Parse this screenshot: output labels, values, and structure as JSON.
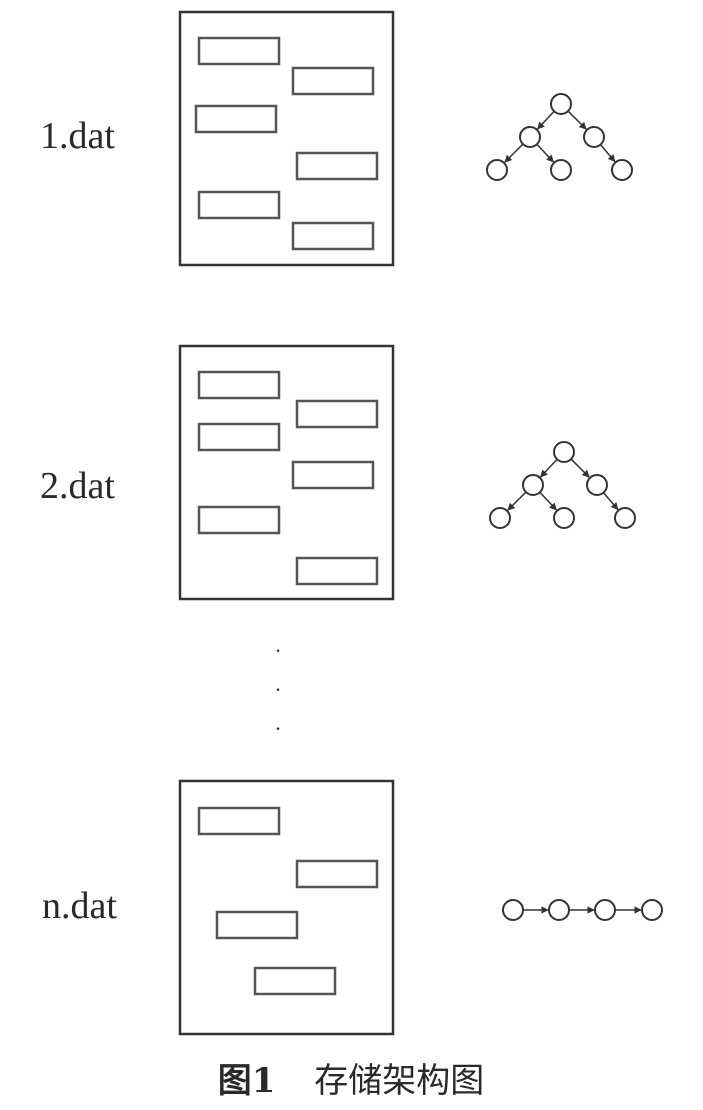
{
  "files": [
    {
      "label": "1.dat",
      "tree": {
        "nodes": [
          "n1",
          "n2",
          "n3",
          "n4",
          "n5",
          "n6"
        ],
        "edges": [
          [
            "n1",
            "n2"
          ],
          [
            "n1",
            "n3"
          ],
          [
            "n2",
            "n4"
          ],
          [
            "n2",
            "n5"
          ],
          [
            "n3",
            "n6"
          ]
        ]
      }
    },
    {
      "label": "2.dat",
      "tree": {
        "nodes": [
          "n1",
          "n2",
          "n3",
          "n4",
          "n5",
          "n6"
        ],
        "edges": [
          [
            "n1",
            "n2"
          ],
          [
            "n1",
            "n3"
          ],
          [
            "n2",
            "n4"
          ],
          [
            "n2",
            "n5"
          ],
          [
            "n3",
            "n6"
          ]
        ]
      }
    },
    {
      "label": "n.dat",
      "tree": {
        "nodes": [
          "n1",
          "n2",
          "n3",
          "n4"
        ],
        "edges": [
          [
            "n1",
            "n2"
          ],
          [
            "n2",
            "n3"
          ],
          [
            "n3",
            "n4"
          ]
        ]
      }
    }
  ],
  "ellipsis": "·\n·\n·",
  "caption": {
    "number": "图1",
    "title": "存储架构图"
  },
  "colors": {
    "stroke": "#333333",
    "record_stroke": "#555555",
    "background": "#ffffff"
  }
}
